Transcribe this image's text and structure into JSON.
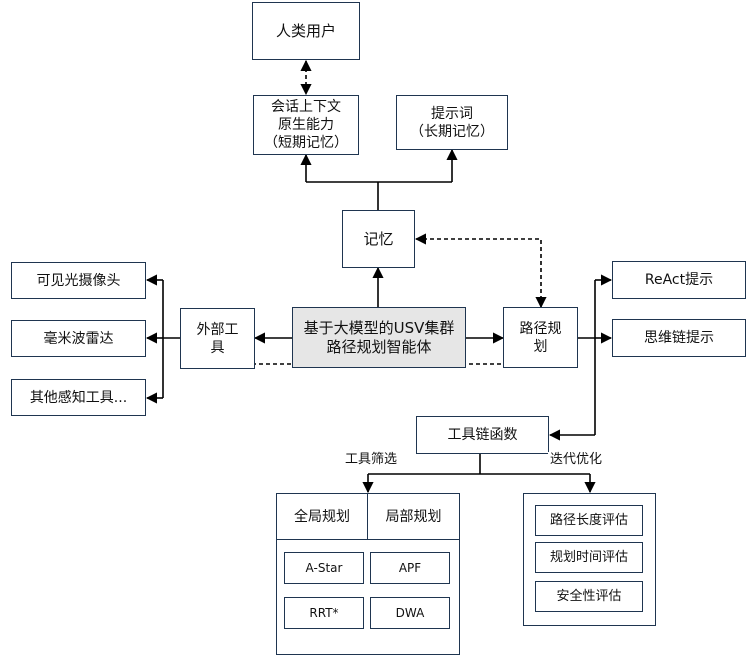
{
  "nodes": {
    "human_user": "人类用户",
    "session_memory": "会话上下文\n原生能力\n（短期记忆）",
    "prompt_words": "提示词\n（长期记忆）",
    "memory": "记忆",
    "agent": "基于大模型的USV集群\n路径规划智能体",
    "external_tools": "外部工\n具",
    "path_planning": "路径规\n划",
    "visible_camera": "可见光摄像头",
    "mmwave_radar": "毫米波雷达",
    "other_sensors": "其他感知工具...",
    "react_prompt": "ReAct提示",
    "cot_prompt": "思维链提示",
    "toolchain": "工具链函数"
  },
  "edge_labels": {
    "tool_filter": "工具筛选",
    "iterative_opt": "迭代优化"
  },
  "planning_panel": {
    "tabs": [
      "全局规划",
      "局部规划"
    ],
    "algorithms": [
      "A-Star",
      "APF",
      "RRT*",
      "DWA"
    ]
  },
  "evaluation_panel": {
    "items": [
      "路径长度评估",
      "规划时间评估",
      "安全性评估"
    ]
  },
  "colors": {
    "border": "#1f3550",
    "center_fill": "#e6e6e6",
    "line": "#000000"
  }
}
